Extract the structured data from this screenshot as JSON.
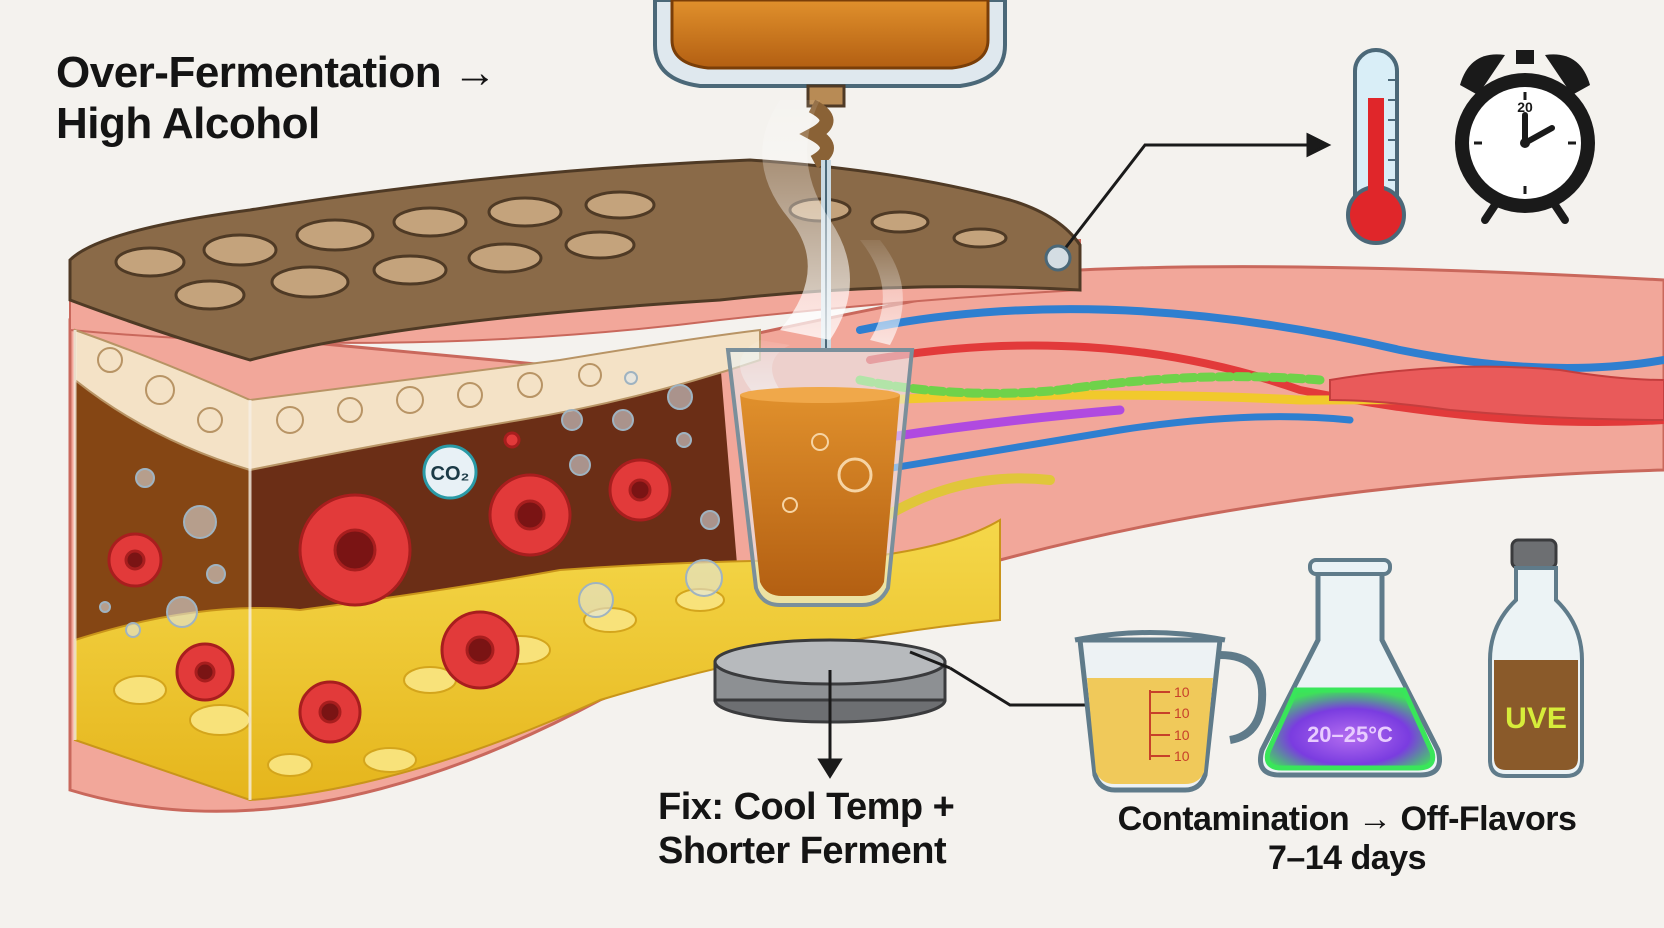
{
  "title": {
    "line1": "Over-Fermentation →",
    "line2": "High Alcohol"
  },
  "fix": {
    "line1": "Fix: Cool Temp +",
    "line2": "Shorter Ferment"
  },
  "contamination": {
    "line1": "Contamination → Off-Flavors",
    "line2": "7–14 days"
  },
  "labels": {
    "co2": "CO₂",
    "flask": "20–25°C",
    "bottle": "UVE",
    "clock_number": "20",
    "cup_ticks": [
      "10",
      "10",
      "10",
      "10"
    ]
  },
  "colors": {
    "background": "#f4f2ee",
    "liquid": "#c9771e",
    "microbe": "#e23a3a",
    "fat_layer": "#f1c92c",
    "skin": "#f2a79a",
    "crust": "#8a6a48",
    "flask_glow": "#39e65a",
    "vein_blue": "#2f7fd0",
    "thermometer_red": "#e0262a"
  },
  "icons": [
    "thermometer-icon",
    "alarm-clock-icon",
    "measuring-cup-icon",
    "flask-icon",
    "bottle-icon",
    "microbe-icon",
    "bubble-icon",
    "steam-icon",
    "hotplate-icon"
  ]
}
